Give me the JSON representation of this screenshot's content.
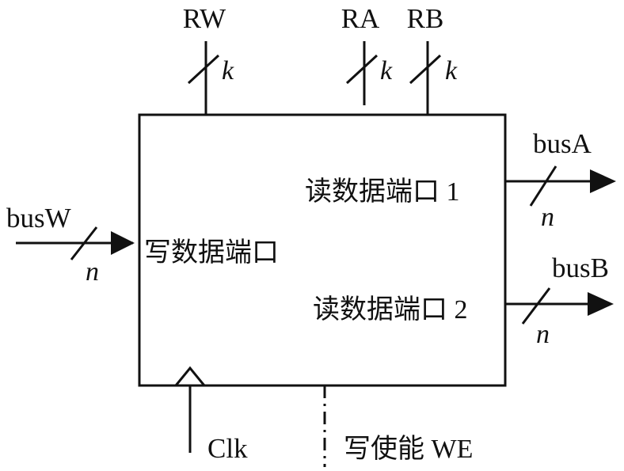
{
  "block": {
    "write_port_label": "写数据端口",
    "read_port_1_label": "读数据端口 1",
    "read_port_2_label": "读数据端口 2"
  },
  "inputs": {
    "rw": {
      "label": "RW",
      "width": "k"
    },
    "ra": {
      "label": "RA",
      "width": "k"
    },
    "rb": {
      "label": "RB",
      "width": "k"
    },
    "busw": {
      "label": "busW",
      "width": "n"
    },
    "clk": {
      "label": "Clk"
    },
    "we": {
      "label": "写使能 WE"
    }
  },
  "outputs": {
    "busa": {
      "label": "busA",
      "width": "n"
    },
    "busb": {
      "label": "busB",
      "width": "n"
    }
  }
}
